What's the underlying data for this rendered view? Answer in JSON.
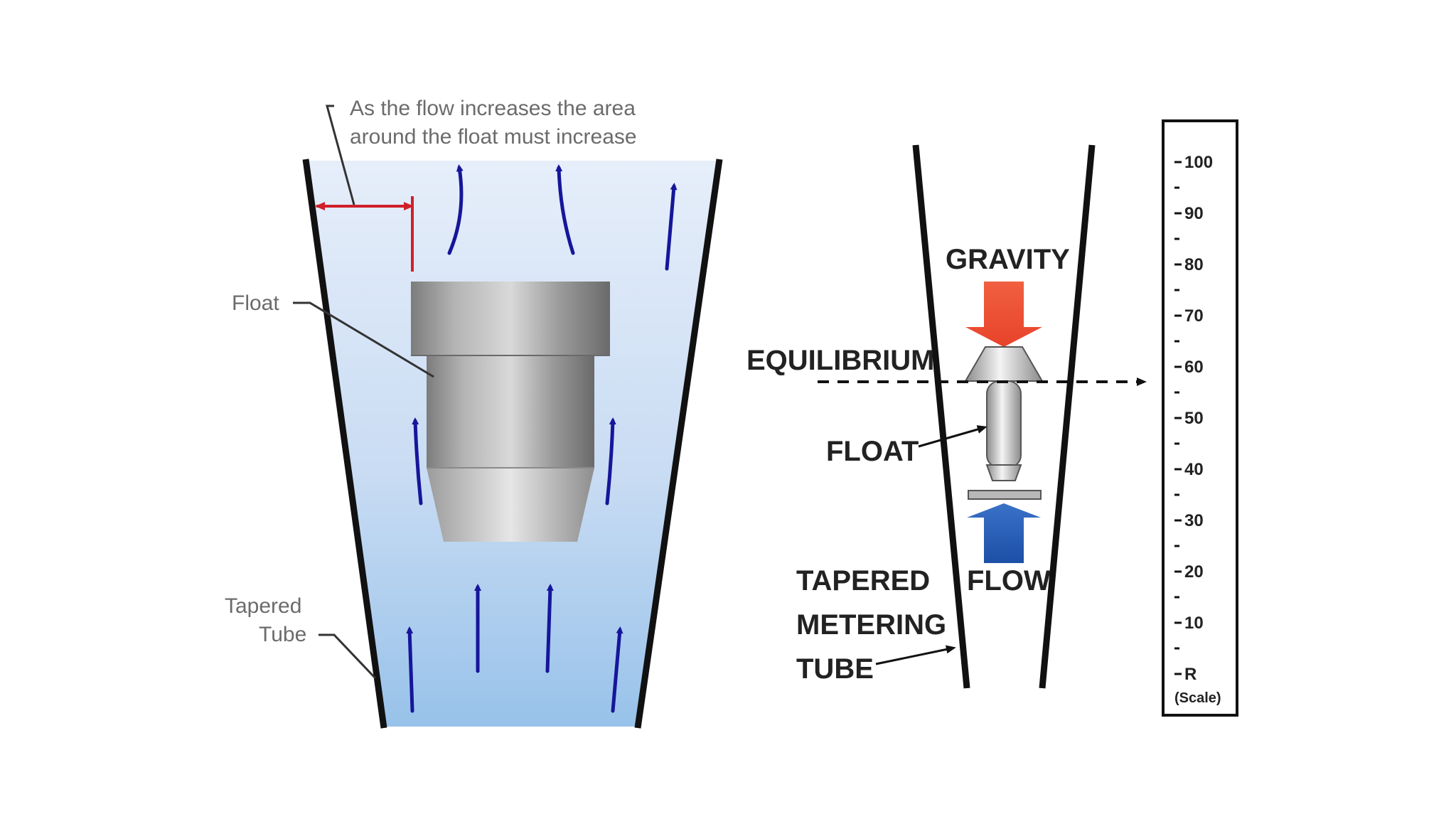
{
  "left_panel": {
    "annotation_line1": "As the flow increases the area",
    "annotation_line2": "around the float must increase",
    "float_label": "Float",
    "tube_label_line1": "Tapered",
    "tube_label_line2": "Tube"
  },
  "right_panel": {
    "gravity_label": "GRAVITY",
    "equilibrium_label": "EQUILIBRIUM",
    "float_label": "FLOAT",
    "flow_label": "FLOW",
    "tube_label_line1": "TAPERED",
    "tube_label_line2": "METERING",
    "tube_label_line3": "TUBE"
  },
  "scale": {
    "ticks": [
      "100",
      "90",
      "80",
      "70",
      "60",
      "50",
      "40",
      "30",
      "20",
      "10",
      "R"
    ],
    "caption": "(Scale)"
  },
  "colors": {
    "flow_arrow": "#16169a",
    "gravity_arrow": "#e8432a",
    "flow_arrow_right": "#1c4fa6",
    "dimension_marker": "#d0202a",
    "fluid_top": "#e2ecfa",
    "fluid_bottom": "#9cc5ec"
  }
}
